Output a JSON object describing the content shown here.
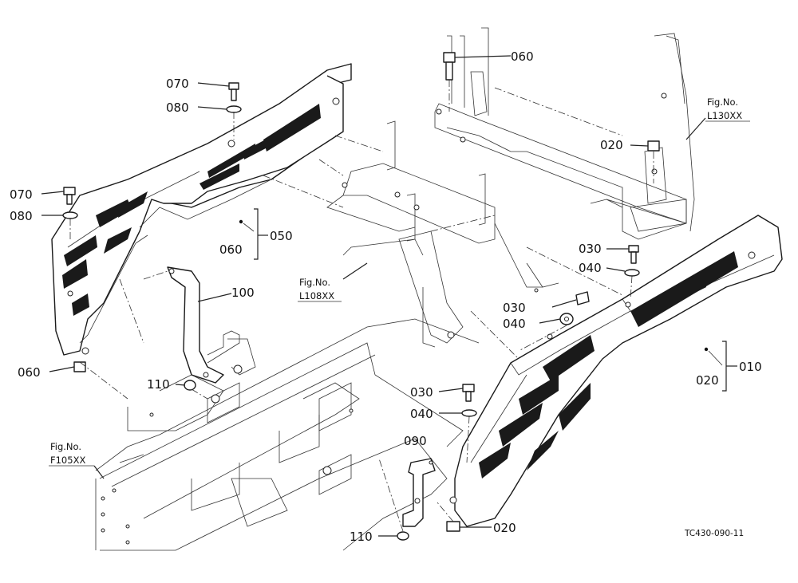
{
  "callouts": {
    "c070_top": "070",
    "c080_top": "080",
    "c070_left": "070",
    "c080_left": "080",
    "c060_050": "060",
    "c050": "050",
    "c060_left": "060",
    "c100": "100",
    "c110_mid": "110",
    "c060_top": "060",
    "c020_right": "020",
    "c030_a": "030",
    "c040_a": "040",
    "c030_b": "030",
    "c040_b": "040",
    "c020_010": "020",
    "c010": "010",
    "c030_c": "030",
    "c040_c": "040",
    "c090": "090",
    "c110_bottom": "110",
    "c020_bottom": "020"
  },
  "figure_refs": {
    "l130_a": "Fig.No.",
    "l130_b": "L130XX",
    "l108_a": "Fig.No.",
    "l108_b": "L108XX",
    "f105_a": "Fig.No.",
    "f105_b": "F105XX"
  },
  "drawing_code": "TC430-090-11",
  "colors": {
    "line": "#1a1a1a",
    "background": "#ffffff"
  }
}
